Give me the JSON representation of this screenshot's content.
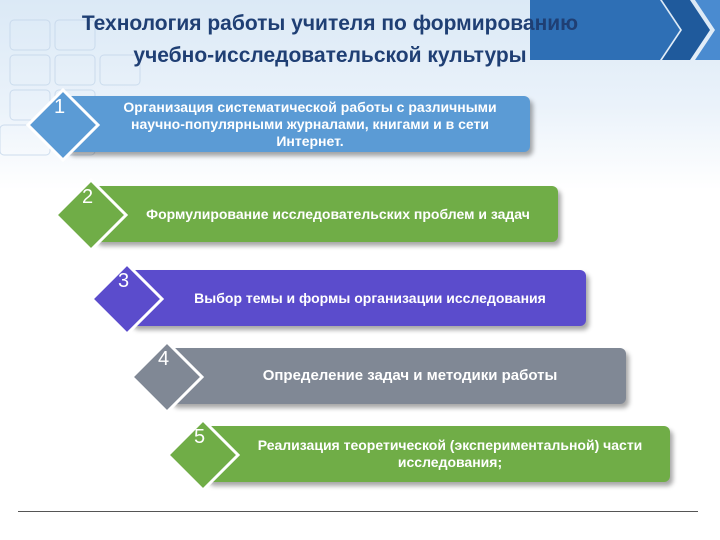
{
  "title": {
    "line1": "Технология работы учителя по формированию",
    "line2": "учебно-исследовательской культуры"
  },
  "steps": [
    {
      "number": "1",
      "text": "Организация систематической работы с различными научно-популярными журналами, книгами и в сети Интернет.",
      "color": "#5b9bd5"
    },
    {
      "number": "2",
      "text": "Формулирование исследовательских проблем и задач",
      "color": "#70ad47"
    },
    {
      "number": "3",
      "text": "Выбор темы и формы организации исследования",
      "color": "#5b4ccc"
    },
    {
      "number": "4",
      "text": "Определение задач и методики работы",
      "color": "#808895"
    },
    {
      "number": "5",
      "text": "Реализация теоретической (экспериментальной) части исследования;",
      "color": "#70ad47"
    }
  ]
}
